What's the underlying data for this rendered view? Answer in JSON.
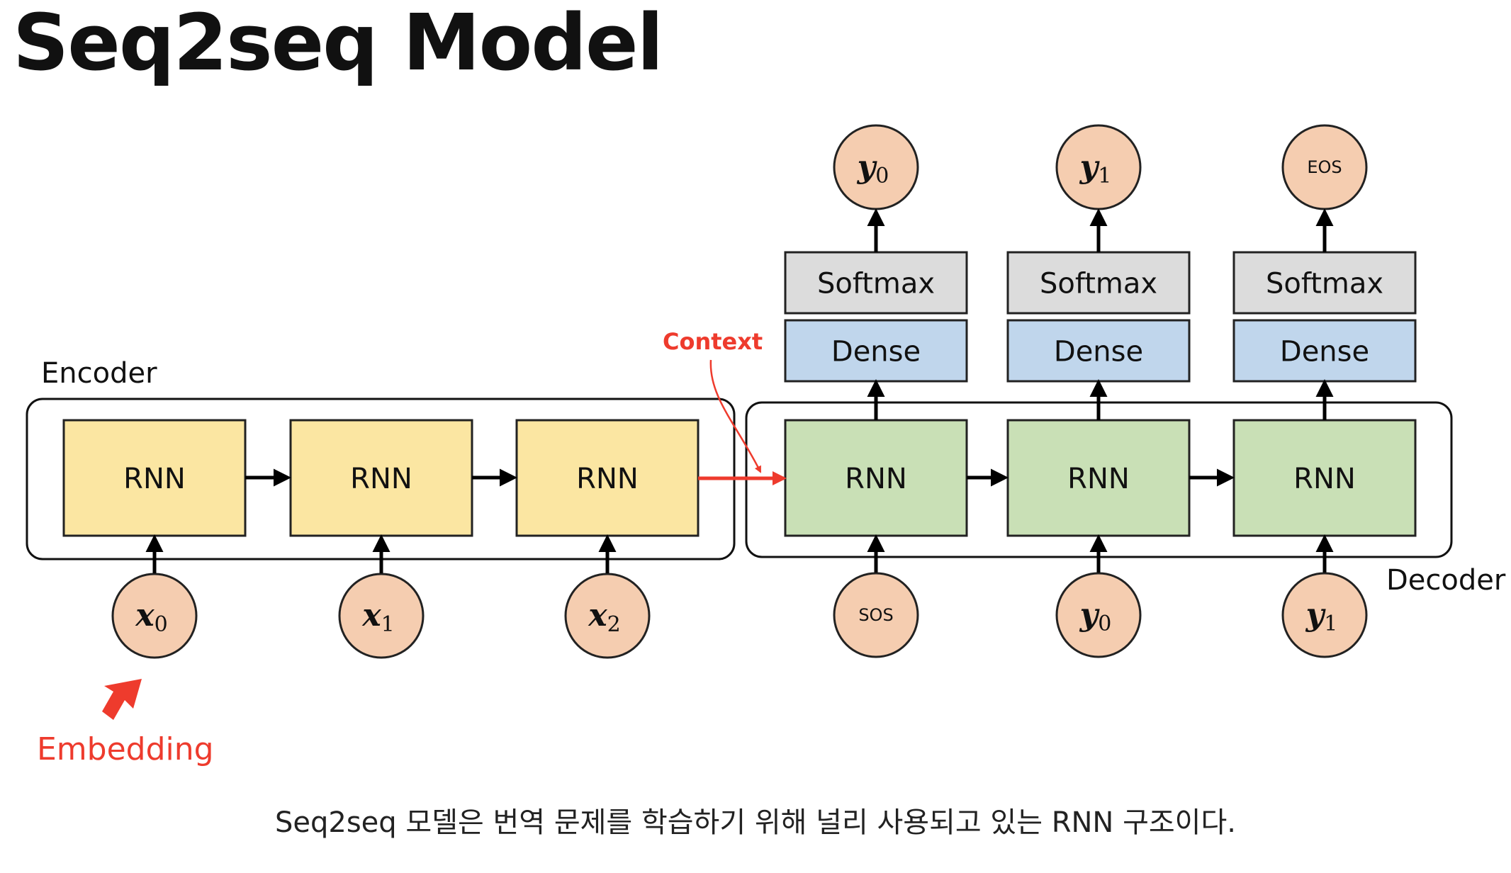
{
  "title": "Seq2seq Model",
  "caption": "Seq2seq 모델은 번역 문제를 학습하기 위해 널리 사용되고 있는 RNN 구조이다.",
  "labels": {
    "encoder": "Encoder",
    "decoder": "Decoder",
    "context": "Context",
    "embedding": "Embedding"
  },
  "encoder": {
    "cells": [
      "RNN",
      "RNN",
      "RNN"
    ],
    "inputs": [
      {
        "var": "x",
        "sub": "0"
      },
      {
        "var": "x",
        "sub": "1"
      },
      {
        "var": "x",
        "sub": "2"
      }
    ]
  },
  "decoder": {
    "cells": [
      "RNN",
      "RNN",
      "RNN"
    ],
    "dense": [
      "Dense",
      "Dense",
      "Dense"
    ],
    "softmax": [
      "Softmax",
      "Softmax",
      "Softmax"
    ],
    "inputs": [
      {
        "text": "SOS"
      },
      {
        "var": "y",
        "sub": "0"
      },
      {
        "var": "y",
        "sub": "1"
      }
    ],
    "outputs": [
      {
        "var": "y",
        "sub": "0"
      },
      {
        "var": "y",
        "sub": "1"
      },
      {
        "text": "EOS"
      }
    ]
  },
  "colors": {
    "encoder_cell": "#fbe6a2",
    "decoder_cell": "#c9e0b6",
    "dense": "#c0d6ec",
    "softmax": "#dcdcdc",
    "token": "#f5cdb0",
    "accent_red": "#ee3b2d"
  }
}
